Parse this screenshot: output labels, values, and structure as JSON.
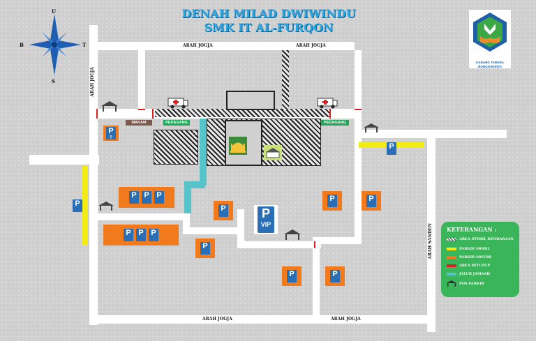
{
  "title": {
    "line1": "DENAH MILAD DWIWINDU",
    "line2": "SMK IT AL-FURQON"
  },
  "compass": {
    "north": "U",
    "south": "S",
    "west": "B",
    "east": "T"
  },
  "logo": {
    "caption_line1": "KARANG TARUNA",
    "caption_line2": "BONGOSKENTI"
  },
  "roads": {
    "arah_jogja_top_left": "ARAH JOGJA",
    "arah_jogja_top_right": "ARAH JOGJA",
    "arah_jogja_left_vertical": "ARAH JOGJA",
    "arah_jogja_bottom_left": "ARAH JOGJA",
    "arah_jogja_bottom_right": "ARAH JOGJA",
    "arah_sanden": "ARAH SANDEN"
  },
  "labels": {
    "makam": "MAKAM",
    "pedagang_left": "PEDAGANG",
    "pedagang_right": "PEDAGANG",
    "vip": "VIP"
  },
  "parking": {
    "p_symbol": "P"
  },
  "legend": {
    "title": "KETERANGAN :",
    "items": [
      {
        "label": "AREA STERIL KENDARAAN",
        "color": "hatch"
      },
      {
        "label": "PARKIR MOBIL",
        "color": "#f3ec14"
      },
      {
        "label": "PARKIR MOTOR",
        "color": "#f07a1c"
      },
      {
        "label": "AREA DITUTUP",
        "color": "#e02020"
      },
      {
        "label": "JALUR JAMAAH",
        "color": "#56c4c9"
      },
      {
        "label": "POS PARKIR",
        "color": "icon"
      }
    ]
  },
  "colors": {
    "road": "#ffffff",
    "motor_parking": "#f07a1c",
    "car_parking": "#f3ec14",
    "closed": "#e02020",
    "pilgrim_path": "#56c4c9",
    "legend_bg": "#3bb55a",
    "title": "#2aa5e0"
  }
}
